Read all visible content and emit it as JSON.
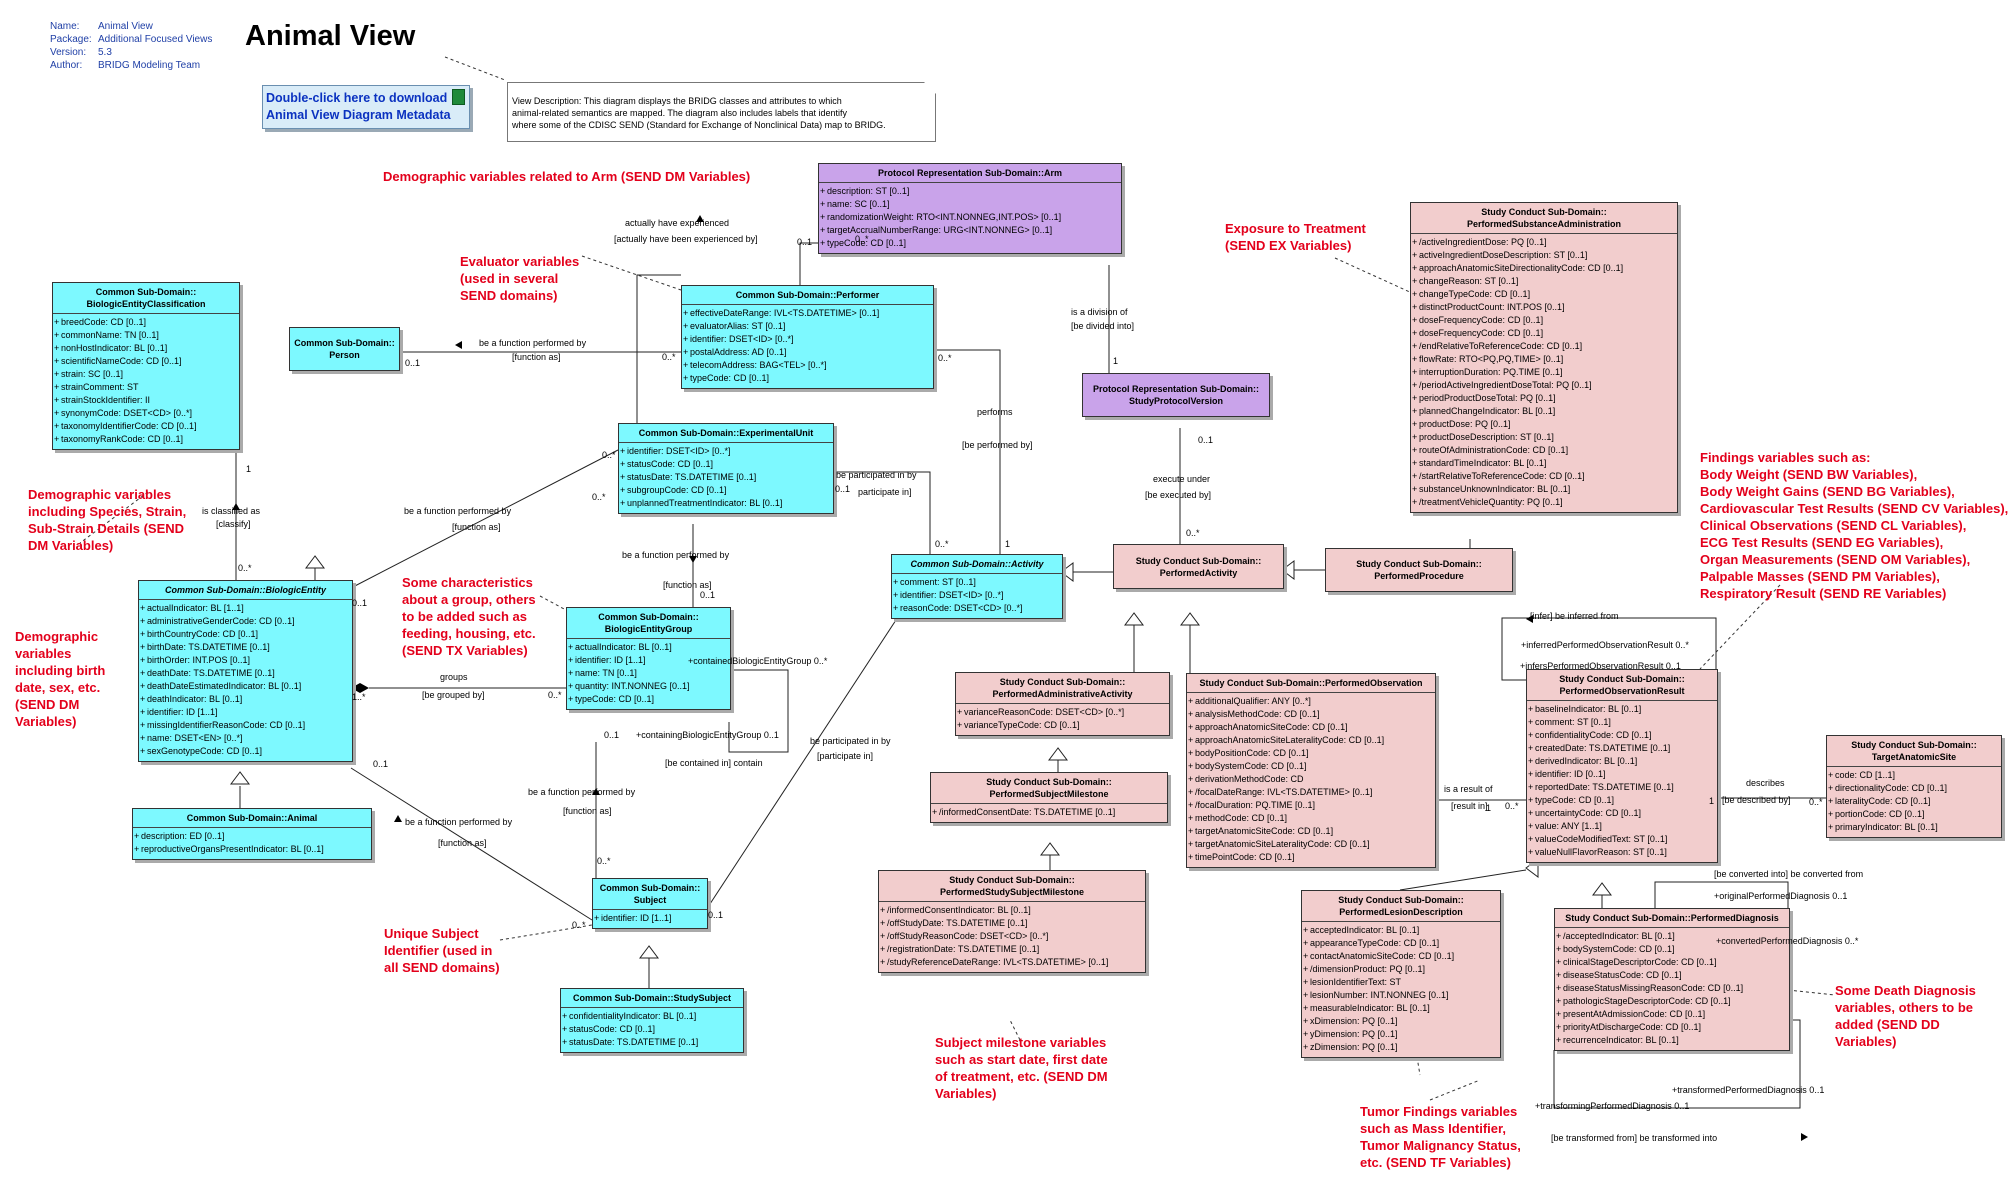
{
  "meta": {
    "rows": [
      {
        "k": "Name:",
        "v": "Animal View"
      },
      {
        "k": "Package:",
        "v": "Additional Focused Views"
      },
      {
        "k": "Version:",
        "v": "5.3"
      },
      {
        "k": "Author:",
        "v": "BRIDG Modeling Team"
      }
    ]
  },
  "title": "Animal View",
  "download": {
    "line1": "Double-click here to download",
    "line2": "Animal View Diagram Metadata"
  },
  "description": {
    "l1": "View Description: This diagram displays the BRIDG classes and attributes to which",
    "l2": "animal-related semantics are mapped. The diagram also includes labels that identify",
    "l3": "where some of the CDISC SEND (Standard for Exchange of Nonclinical Data) map to BRIDG."
  },
  "classes": {
    "arm": {
      "t": [
        "Protocol Representation Sub-Domain::Arm"
      ],
      "a": [
        "description: ST [0..1]",
        "name: SC [0..1]",
        "randomizationWeight: RTO<INT.NONNEG,INT.POS> [0..1]",
        "targetAccrualNumberRange: URG<INT.NONNEG> [0..1]",
        "typeCode: CD [0..1]"
      ]
    },
    "psa": {
      "t": [
        "Study Conduct Sub-Domain::",
        "PerformedSubstanceAdministration"
      ],
      "a": [
        "/activeIngredientDose: PQ [0..1]",
        "activeIngredientDoseDescription: ST [0..1]",
        "approachAnatomicSiteDirectionalityCode: CD [0..1]",
        "changeReason: ST [0..1]",
        "changeTypeCode: CD [0..1]",
        "distinctProductCount: INT.POS [0..1]",
        "doseFrequencyCode: CD [0..1]",
        "doseFrequencyCode: CD [0..1]",
        "/endRelativeToReferenceCode: CD [0..1]",
        "flowRate: RTO<PQ,PQ,TIME> [0..1]",
        "interruptionDuration: PQ.TIME [0..1]",
        "/periodActiveIngredientDoseTotal: PQ [0..1]",
        "periodProductDoseTotal: PQ [0..1]",
        "plannedChangeIndicator: BL [0..1]",
        "productDose: PQ [0..1]",
        "productDoseDescription: ST [0..1]",
        "routeOfAdministrationCode: CD [0..1]",
        "standardTimeIndicator: BL [0..1]",
        "/startRelativeToReferenceCode: CD [0..1]",
        "substanceUnknownIndicator: BL [0..1]",
        "/treatmentVehicleQuantity: PQ [0..1]"
      ]
    },
    "bec": {
      "t": [
        "Common Sub-Domain::",
        "BiologicEntityClassification"
      ],
      "a": [
        "breedCode: CD [0..1]",
        "commonName: TN [0..1]",
        "nonHostIndicator: BL [0..1]",
        "scientificNameCode: CD [0..1]",
        "strain: SC [0..1]",
        "strainComment: ST",
        "strainStockIdentifier: II",
        "synonymCode: DSET<CD> [0..*]",
        "taxonomyIdentifierCode: CD [0..1]",
        "taxonomyRankCode: CD [0..1]"
      ]
    },
    "person": {
      "t": [
        "Common Sub-Domain::",
        "Person"
      ],
      "a": []
    },
    "performer": {
      "t": [
        "Common Sub-Domain::Performer"
      ],
      "a": [
        "effectiveDateRange: IVL<TS.DATETIME> [0..1]",
        "evaluatorAlias: ST [0..1]",
        "identifier: DSET<ID> [0..*]",
        "postalAddress: AD [0..1]",
        "telecomAddress: BAG<TEL> [0..*]",
        "typeCode: CD [0..1]"
      ]
    },
    "spv": {
      "t": [
        "Protocol Representation Sub-Domain::",
        "StudyProtocolVersion"
      ],
      "a": []
    },
    "eu": {
      "t": [
        "Common Sub-Domain::ExperimentalUnit"
      ],
      "a": [
        "identifier: DSET<ID> [0..*]",
        "statusCode: CD [0..1]",
        "statusDate: TS.DATETIME [0..1]",
        "subgroupCode: CD [0..1]",
        "unplannedTreatmentIndicator: BL [0..1]"
      ]
    },
    "be": {
      "t": [
        "Common Sub-Domain::BiologicEntity"
      ],
      "a": [
        "actualIndicator: BL [1..1]",
        "administrativeGenderCode: CD [0..1]",
        "birthCountryCode: CD [0..1]",
        "birthDate: TS.DATETIME [0..1]",
        "birthOrder: INT.POS [0..1]",
        "deathDate: TS.DATETIME [0..1]",
        "deathDateEstimatedIndicator: BL [0..1]",
        "deathIndicator: BL [0..1]",
        "identifier: ID [1..1]",
        "missingIdentifierReasonCode: CD [0..1]",
        "name: DSET<EN> [0..*]",
        "sexGenotypeCode: CD [0..1]"
      ]
    },
    "beg": {
      "t": [
        "Common Sub-Domain::",
        "BiologicEntityGroup"
      ],
      "a": [
        "actualIndicator: BL [0..1]",
        "identifier: ID [1..1]",
        "name: TN [0..1]",
        "quantity: INT.NONNEG [0..1]",
        "typeCode: CD [0..1]"
      ]
    },
    "activity": {
      "t": [
        "Common Sub-Domain::Activity"
      ],
      "a": [
        "comment: ST [0..1]",
        "identifier: DSET<ID> [0..*]",
        "reasonCode: DSET<CD> [0..*]"
      ]
    },
    "pact": {
      "t": [
        "Study Conduct Sub-Domain::",
        "PerformedActivity"
      ],
      "a": []
    },
    "pproc": {
      "t": [
        "Study Conduct Sub-Domain::",
        "PerformedProcedure"
      ],
      "a": []
    },
    "paa": {
      "t": [
        "Study Conduct Sub-Domain::",
        "PerformedAdministrativeActivity"
      ],
      "a": [
        "varianceReasonCode: DSET<CD> [0..*]",
        "varianceTypeCode: CD [0..1]"
      ]
    },
    "pobs": {
      "t": [
        "Study Conduct Sub-Domain::PerformedObservation"
      ],
      "a": [
        "additionalQualifier: ANY [0..*]",
        "analysisMethodCode: CD [0..1]",
        "approachAnatomicSiteCode: CD [0..1]",
        "approachAnatomicSiteLateralityCode: CD [0..1]",
        "bodyPositionCode: CD [0..1]",
        "bodySystemCode: CD [0..1]",
        "derivationMethodCode: CD",
        "/focalDateRange: IVL<TS.DATETIME> [0..1]",
        "/focalDuration: PQ.TIME [0..1]",
        "methodCode: CD [0..1]",
        "targetAnatomicSiteCode: CD [0..1]",
        "targetAnatomicSiteLateralityCode: CD [0..1]",
        "timePointCode: CD [0..1]"
      ]
    },
    "por": {
      "t": [
        "Study Conduct Sub-Domain::",
        "PerformedObservationResult"
      ],
      "a": [
        "baselineIndicator: BL [0..1]",
        "comment: ST [0..1]",
        "confidentialityCode: CD [0..1]",
        "createdDate: TS.DATETIME [0..1]",
        "derivedIndicator: BL [0..1]",
        "identifier: ID [0..1]",
        "reportedDate: TS.DATETIME [0..1]",
        "typeCode: CD [0..1]",
        "uncertaintyCode: CD [0..1]",
        "value: ANY [1..1]",
        "valueCodeModifiedText: ST [0..1]",
        "valueNullFlavorReason: ST [0..1]"
      ]
    },
    "tas": {
      "t": [
        "Study Conduct Sub-Domain::",
        "TargetAnatomicSite"
      ],
      "a": [
        "code: CD [1..1]",
        "directionalityCode: CD [0..1]",
        "lateralityCode: CD [0..1]",
        "portionCode: CD [0..1]",
        "primaryIndicator: BL [0..1]"
      ]
    },
    "animal": {
      "t": [
        "Common Sub-Domain::Animal"
      ],
      "a": [
        "description: ED [0..1]",
        "reproductiveOrgansPresentIndicator: BL [0..1]"
      ]
    },
    "psm": {
      "t": [
        "Study Conduct Sub-Domain::",
        "PerformedSubjectMilestone"
      ],
      "a": [
        "/informedConsentDate: TS.DATETIME [0..1]"
      ]
    },
    "subject": {
      "t": [
        "Common Sub-Domain::",
        "Subject"
      ],
      "a": [
        "identifier: ID [1..1]"
      ]
    },
    "pssm": {
      "t": [
        "Study Conduct Sub-Domain::",
        "PerformedStudySubjectMilestone"
      ],
      "a": [
        "/informedConsentIndicator: BL [0..1]",
        "/offStudyDate: TS.DATETIME [0..1]",
        "/offStudyReasonCode: DSET<CD> [0..*]",
        "/registrationDate: TS.DATETIME [0..1]",
        "/studyReferenceDateRange: IVL<TS.DATETIME> [0..1]"
      ]
    },
    "pld": {
      "t": [
        "Study Conduct Sub-Domain::",
        "PerformedLesionDescription"
      ],
      "a": [
        "acceptedIndicator: BL [0..1]",
        "appearanceTypeCode: CD [0..1]",
        "contactAnatomicSiteCode: CD [0..1]",
        "/dimensionProduct: PQ [0..1]",
        "lesionIdentifierText: ST",
        "lesionNumber: INT.NONNEG [0..1]",
        "measurableIndicator: BL [0..1]",
        "xDimension: PQ [0..1]",
        "yDimension: PQ [0..1]",
        "zDimension: PQ [0..1]"
      ]
    },
    "pdiag": {
      "t": [
        "Study Conduct Sub-Domain::PerformedDiagnosis"
      ],
      "a": [
        "/acceptedIndicator: BL [0..1]",
        "bodySystemCode: CD [0..1]",
        "clinicalStageDescriptorCode: CD [0..1]",
        "diseaseStatusCode: CD [0..1]",
        "diseaseStatusMissingReasonCode: CD [0..1]",
        "pathologicStageDescriptorCode: CD [0..1]",
        "presentAtAdmissionCode: CD [0..1]",
        "priorityAtDischargeCode: CD [0..1]",
        "recurrenceIndicator: BL [0..1]"
      ]
    },
    "ss": {
      "t": [
        "Common Sub-Domain::StudySubject"
      ],
      "a": [
        "confidentialityIndicator: BL [0..1]",
        "statusCode: CD [0..1]",
        "statusDate: TS.DATETIME [0..1]"
      ]
    }
  },
  "labels": [
    "actually have experienced",
    "[actually have been experienced by]",
    "0..1",
    "0..*",
    "is a division of",
    "[be divided into]",
    "1",
    "be a function performed by",
    "[function as]",
    "0..1",
    "0..*",
    "0..*",
    "performs",
    "[be performed by]",
    "0..1",
    "execute under",
    "[be executed by]",
    "0..*",
    "1",
    "is classified as",
    "[classify]",
    "0..*",
    "0..*",
    "be a function performed by",
    "[function as]",
    "be participated in by",
    "0..1",
    "participate in]",
    "0..*",
    "1",
    "0..*",
    "be a function performed by",
    "[function as]",
    "0..1",
    "0..1",
    "groups",
    "[be grouped by]",
    "1..*",
    "0..*",
    "+containedBiologicEntityGroup 0..*",
    "0..1",
    "+containingBiologicEntityGroup 0..1",
    "[be contained in] contain",
    "be a function performed by",
    "[function as]",
    "0..*",
    "be participated in by",
    "[participate in]",
    "0..1",
    "be a function performed by",
    "[function as]",
    "0..*",
    "0..1",
    "[infer] be inferred from",
    "+inferredPerformedObservationResult 0..*",
    "+infersPerformedObservationResult 0..1",
    "1",
    "is a result of",
    "[result in]",
    "0..*",
    "describes",
    "[be described by]",
    "1",
    "0..*",
    "[be converted into] be converted from",
    "+originalPerformedDiagnosis 0..1",
    "+convertedPerformedDiagnosis 0..*",
    "+transformedPerformedDiagnosis 0..1",
    "+transformingPerformedDiagnosis 0..1",
    "[be transformed from] be transformed into"
  ],
  "annotations": {
    "arm_dm": [
      "Demographic variables related to Arm (SEND DM Variables)"
    ],
    "evaluator": [
      "Evaluator variables",
      "(used in several",
      "SEND domains)"
    ],
    "ex": [
      "Exposure to Treatment",
      "(SEND EX Variables)"
    ],
    "findings": [
      "Findings variables such as:",
      "Body Weight (SEND BW Variables),",
      "Body Weight Gains (SEND BG Variables),",
      "Cardiovascular Test Results (SEND CV Variables),",
      "Clinical Observations (SEND CL Variables),",
      "ECG Test Results (SEND EG Variables),",
      "Organ Measurements (SEND OM Variables),",
      "Palpable Masses (SEND PM Variables),",
      "Respiratory Result (SEND RE Variables)"
    ],
    "species": [
      "Demographic variables",
      "including Species, Strain,",
      "Sub-Strain Details (SEND",
      "DM Variables)"
    ],
    "group": [
      "Some characteristics",
      "about a group, others",
      "to be added such as",
      "feeding, housing, etc.",
      "(SEND TX Variables)"
    ],
    "birth": [
      "Demographic",
      "variables",
      "including birth",
      "date, sex, etc.",
      "(SEND DM",
      "Variables)"
    ],
    "subjid": [
      "Unique Subject",
      "Identifier (used in",
      "all SEND domains)"
    ],
    "milestone": [
      "Subject milestone variables",
      "such as start date, first date",
      "of treatment, etc. (SEND DM",
      "Variables)"
    ],
    "death": [
      "Some Death Diagnosis",
      "variables, others to be",
      "added (SEND DD",
      "Variables)"
    ],
    "tumor": [
      "Tumor Findings variables",
      "such as Mass Identifier,",
      "Tumor Malignancy Status,",
      "etc. (SEND TF Variables)"
    ]
  },
  "colors": {
    "cyan": "#7df9ff",
    "purple": "#c9a3ea",
    "pink": "#f2cdcd",
    "red": "#e3001b"
  }
}
